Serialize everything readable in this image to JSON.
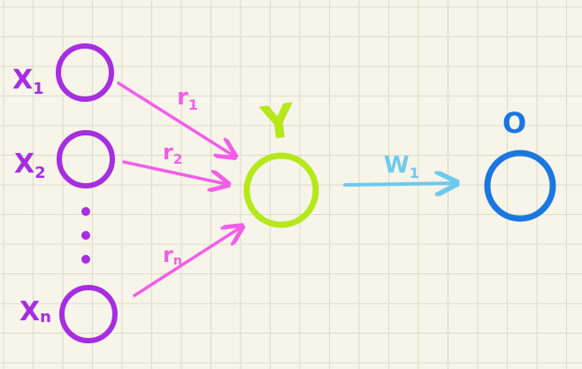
{
  "colors": {
    "paper": "#f7f4e9",
    "grid": "#dcdcc8",
    "input": "#a62ee0",
    "hidden": "#b6e81a",
    "output": "#1a77e0",
    "edges_in": "#f25de8",
    "edge_out": "#6ec9ee"
  },
  "nodes": {
    "x1": "X",
    "x1_sub": "1",
    "x2": "X",
    "x2_sub": "2",
    "xn": "X",
    "xn_sub": "n",
    "y": "Y",
    "o": "O"
  },
  "edges": {
    "r1": "r",
    "r1_sub": "1",
    "r2": "r",
    "r2_sub": "2",
    "rn": "r",
    "rn_sub": "n",
    "w1": "W",
    "w1_sub": "1"
  }
}
